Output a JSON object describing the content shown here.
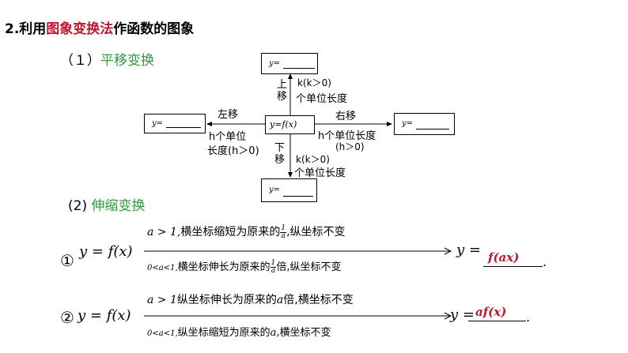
{
  "title": {
    "prefix": "2.利用",
    "highlight": "图象变换法",
    "suffix": "作函数的图象"
  },
  "translation": {
    "heading_num": "（１）",
    "heading": "平移变换",
    "center": "y=f(x)",
    "box_label": "y=",
    "up": {
      "word": "上移",
      "cond1": "k(k＞0)",
      "cond2": "个单位长度"
    },
    "down": {
      "word": "下移",
      "cond1": "k(k＞0)",
      "cond2": "个单位长度"
    },
    "left": {
      "word": "左移",
      "cond1": "h个单位",
      "cond2": "长度(h＞0)"
    },
    "right": {
      "word": "右移",
      "cond1": "h个单位长度",
      "cond2": "(h＞0)"
    }
  },
  "scaling": {
    "heading_num": "(2)",
    "heading": "伸缩变换",
    "items": [
      {
        "marker": "①",
        "lhs": "y = f(x)",
        "top_cond_a": "a > 1,",
        "top_cond_b": "横坐标缩短为原来的",
        "top_frac_num": "1",
        "top_frac_den": "a",
        "top_cond_c": ",纵坐标不变",
        "bottom_cond_a": "0<a<1,",
        "bottom_cond_b": "横坐标伸长为原来的",
        "bottom_frac_num": "1",
        "bottom_frac_den": "a",
        "bottom_cond_c": "倍,纵坐标不变",
        "rhs": "y =",
        "answer": "f(ax)",
        "period": "."
      },
      {
        "marker": "②",
        "lhs": "y = f(x)",
        "top_cond_a": "a > 1",
        "top_cond_b": "纵坐标伸长为原来的",
        "top_cond_mid": "a",
        "top_cond_c": "倍,横坐标不变",
        "bottom_cond_a": "0<a<1,",
        "bottom_cond_b": "纵坐标缩短为原来的",
        "bottom_cond_mid": "a",
        "bottom_cond_c": ",横坐标不变",
        "rhs": "y =",
        "answer": "af(x)",
        "period": "."
      }
    ]
  },
  "colors": {
    "accent_red": "#c0162f",
    "accent_green": "#2e9a3c"
  }
}
